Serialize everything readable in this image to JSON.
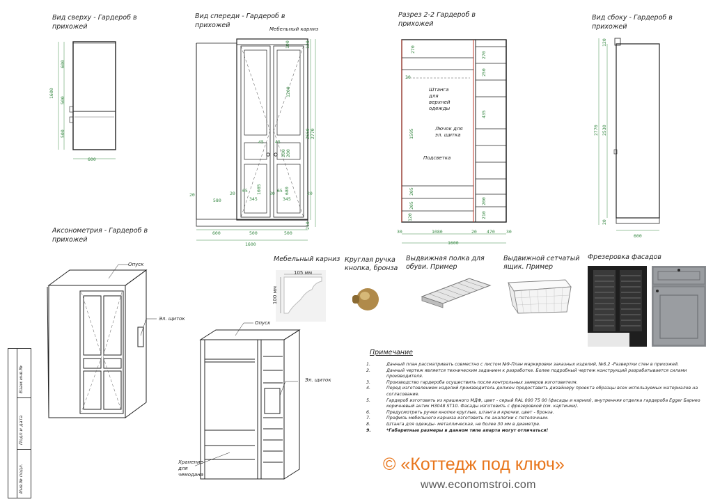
{
  "views": {
    "top": "Вид сверху - Гардероб в прихожей",
    "front": "Вид спереди - Гардероб в прихожей",
    "section": "Разрез 2-2 Гардероб в прихожей",
    "side": "Вид сбоку - Гардероб в прихожей",
    "axon": "Аксонометрия - Гардероб в прихожей"
  },
  "callouts": {
    "cornice_small": "Мебельный карниз",
    "rod_upper": "Штанга для верхней одежды",
    "panel_niche": "Лючок для эл. щитка",
    "backlight": "Подсветка",
    "opusk1": "Опуск",
    "shield1": "Эл. щиток",
    "opusk2": "Опуск",
    "shield2": "Эл. щиток",
    "storage": "Хранение для чемодана"
  },
  "dims": {
    "top": {
      "d600a": "600",
      "d500a": "500",
      "d1600": "1600",
      "d500b": "500",
      "w600": "600"
    },
    "front": {
      "d20a": "20",
      "d580": "580",
      "d20b": "20",
      "d345a": "345",
      "d20c": "20",
      "d345b": "345",
      "d20d": "20",
      "d65a": "65",
      "d65b": "65",
      "d1085": "1085",
      "d680": "680",
      "d45a": "45",
      "d45b": "45",
      "d1200": "1200",
      "d200a": "200",
      "d200b": "200",
      "d100": "100",
      "d2550": "2550",
      "d2770": "2770",
      "d120": "120",
      "d210": "210",
      "b600": "600",
      "b500a": "500",
      "b500b": "500",
      "b1600": "1600"
    },
    "section": {
      "d270a": "270",
      "d270b": "270",
      "d30": "30",
      "d250": "250",
      "d1595": "1595",
      "d435": "435",
      "d205a": "205",
      "d205b": "205",
      "d200": "200",
      "d120": "120",
      "d210": "210",
      "s30": "30",
      "s1080": "1080",
      "s20": "20",
      "s470": "470",
      "s30b": "30",
      "s1600": "1600"
    },
    "side": {
      "d2770": "2770",
      "d2530": "2530",
      "d120": "120",
      "d20": "20",
      "w600": "600"
    }
  },
  "products": {
    "cornice": {
      "caption": "Мебельный карниз",
      "w": "105 мм",
      "h": "100 мм"
    },
    "knob": {
      "caption": "Круглая ручка кнопка, бронза"
    },
    "shoe": {
      "caption": "Выдвижная полка для обуви. Пример"
    },
    "basket": {
      "caption": "Выдвижной сетчатый ящик. Пример"
    },
    "facade": {
      "caption": "Фрезеровка фасадов"
    }
  },
  "notes": {
    "title": "Примечание",
    "items": [
      {
        "n": "1.",
        "t": "Данный план рассматривать совместно с листом №9-План маркировки заказных изделий, №6.2 -Развертки стен в прихожей."
      },
      {
        "n": "2.",
        "t": "Данный чертеж является техническим заданием к разработке. Более подробный чертеж конструкций разрабатывается силами производителя."
      },
      {
        "n": "3.",
        "t": "Производство гардероба осуществить после контрольных замеров изготовителя."
      },
      {
        "n": "4.",
        "t": "Перед изготовлением изделий производитель должен предоставить дизайнеру проекта образцы всех используемых материалов на согласование."
      },
      {
        "n": "5.",
        "t": "Гардероб изготовить из крашеного МДФ, цвет - серый RAL 000 75 00 (фасады и карниз), внутренняя отделка гардероба Egger Барнео коричневый антик H3048 ST10. Фасады изготовить с фрезеровкой (см. картинки)."
      },
      {
        "n": "6.",
        "t": "Предусмотреть ручки кнопки круглые, штанга и крючки, цвет - бронза."
      },
      {
        "n": "7.",
        "t": "Профиль мебельного карниза изготовить по аналогии с потолочным."
      },
      {
        "n": "8.",
        "t": "Штанга для одежды- металлическая, не более 30 мм в диаметре."
      },
      {
        "n": "9.",
        "t": "*Габаритные размеры в данном типе апарта могут отличаться!"
      }
    ]
  },
  "brand": {
    "name": "© «Коттедж под ключ»",
    "site": "www.economstroi.com"
  },
  "stamp": {
    "a": "Взам.инв.№",
    "b": "Подп.и дата",
    "c": "Инв.№ подл."
  }
}
